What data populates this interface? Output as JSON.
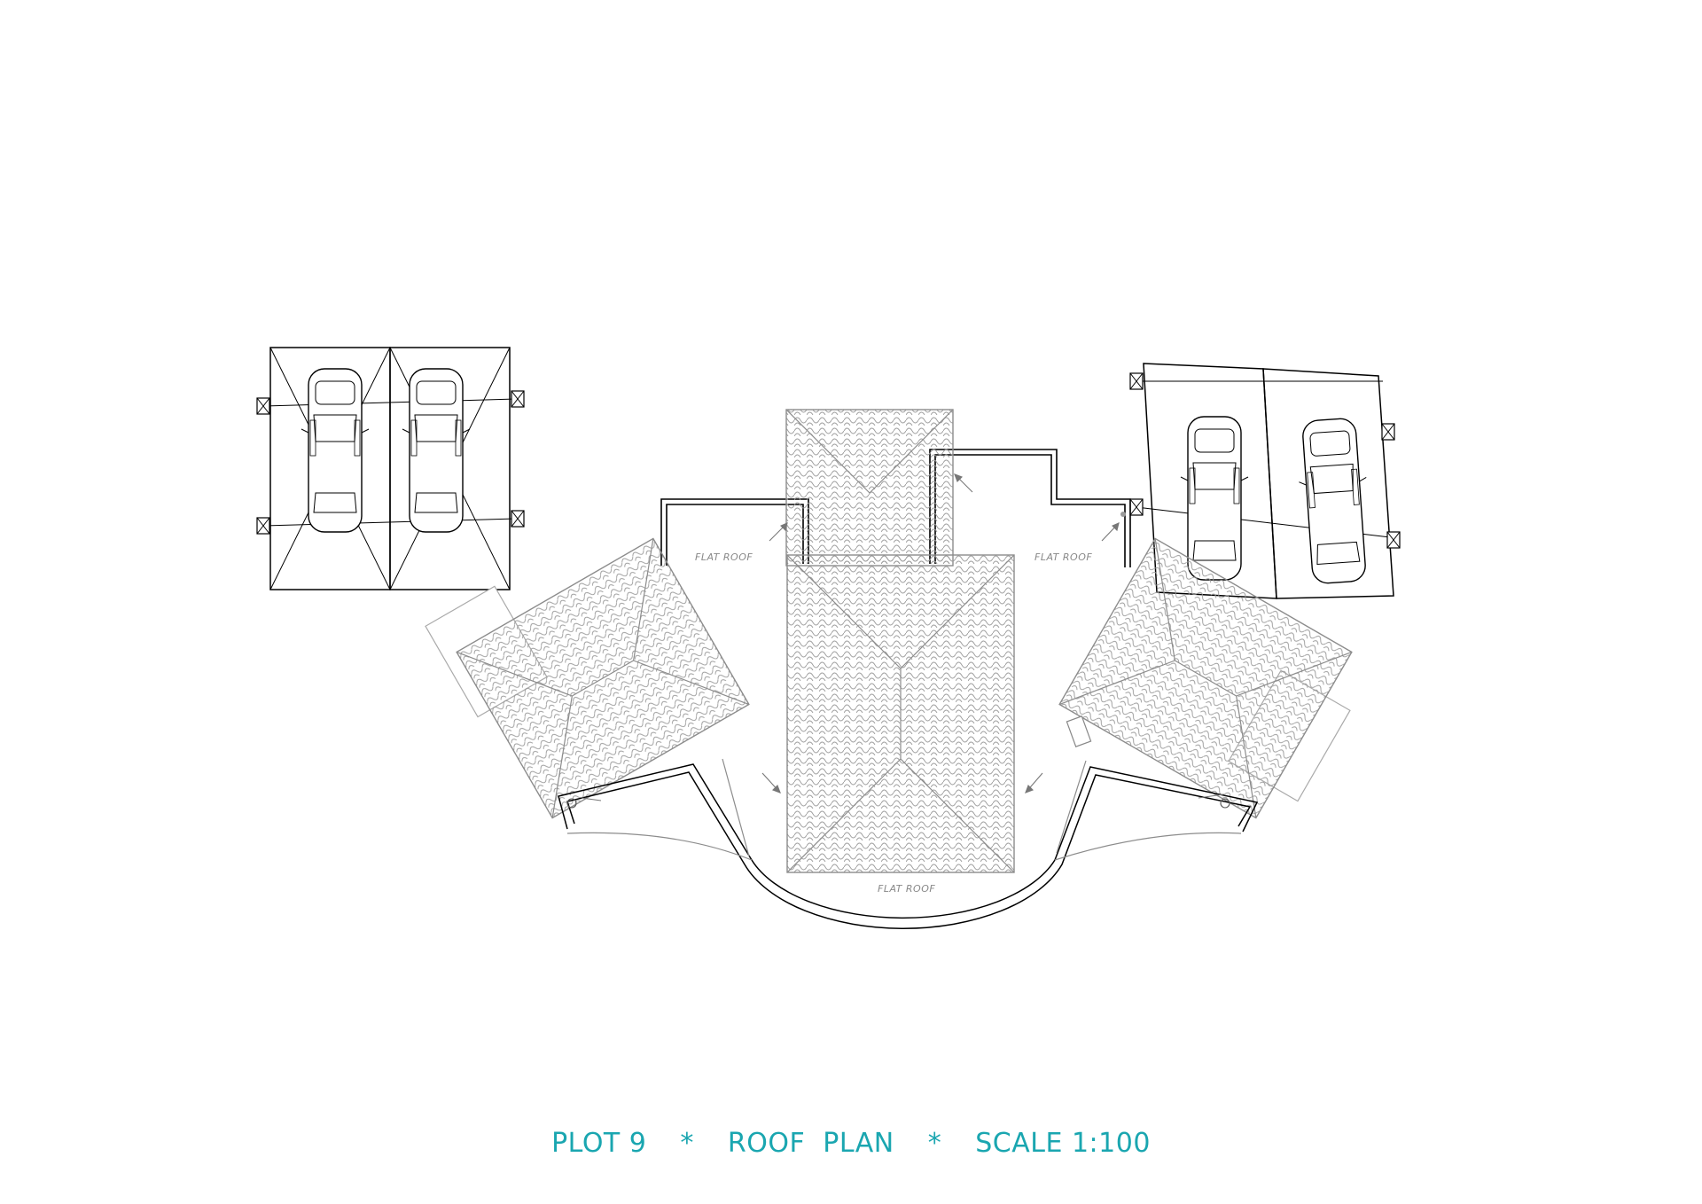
{
  "labels": {
    "flat_roof_left": "FLAT ROOF",
    "flat_roof_right": "FLAT ROOF",
    "flat_roof_bottom": "FLAT ROOF"
  },
  "title": {
    "plot": "PLOT 9",
    "separator_1": "*",
    "plan": "ROOF  PLAN",
    "separator_2": "*",
    "scale": "SCALE 1:100"
  },
  "colors": {
    "title": "#1aa6b0",
    "line_dark": "#000000",
    "line_grey": "#8c8c8c"
  }
}
